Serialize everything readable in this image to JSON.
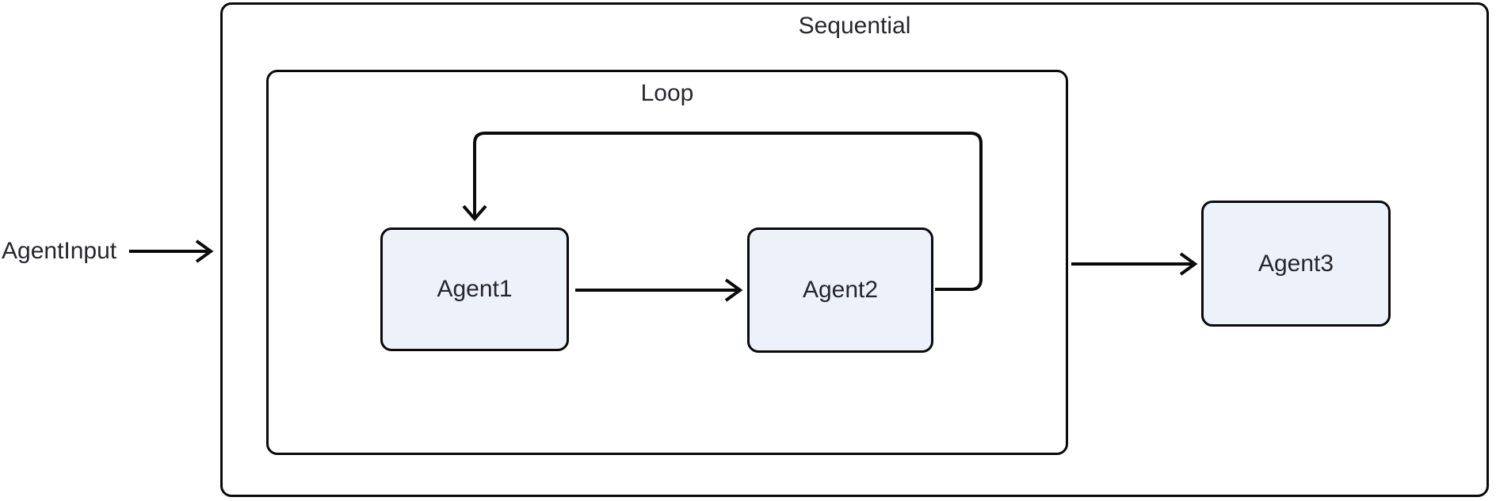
{
  "diagram": {
    "type": "agent-flow",
    "external_input": {
      "label": "AgentInput"
    },
    "containers": [
      {
        "id": "sequential",
        "label": "Sequential"
      },
      {
        "id": "loop",
        "label": "Loop",
        "parent": "sequential"
      }
    ],
    "nodes": [
      {
        "id": "agent1",
        "label": "Agent1",
        "parent": "loop"
      },
      {
        "id": "agent2",
        "label": "Agent2",
        "parent": "loop"
      },
      {
        "id": "agent3",
        "label": "Agent3",
        "parent": "sequential"
      }
    ],
    "edges": [
      {
        "from": "agentinput",
        "to": "sequential",
        "style": "arrow"
      },
      {
        "from": "agent1",
        "to": "agent2",
        "style": "arrow"
      },
      {
        "from": "agent2",
        "to": "agent1",
        "style": "loop-back-arrow"
      },
      {
        "from": "loop",
        "to": "agent3",
        "style": "arrow"
      }
    ],
    "theme": {
      "stroke": "#0A0A0A",
      "node_fill": "#EDF1FA",
      "container_fill": "#FFFFFF",
      "text_color": "#26272C",
      "background": "#FFFFFF"
    }
  }
}
